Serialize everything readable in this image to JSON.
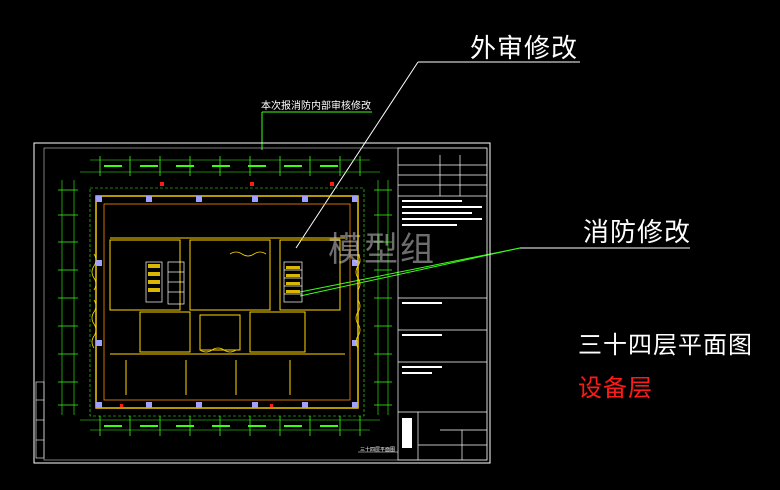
{
  "annotations": {
    "external_review": "外审修改",
    "internal_fire_review": "本次报消防内部审核修改",
    "fire_modification": "消防修改"
  },
  "titles": {
    "floor_plan": "三十四层平面图",
    "equipment_floor": "设备层"
  },
  "watermark": "模型组",
  "plan_caption": "三十四层平面图",
  "colors": {
    "background": "#000000",
    "frame": "#ffffff",
    "grid": "#39ff14",
    "walls": "#ffd700",
    "columns": "#a0a0ff",
    "dims": "#00ff66",
    "highlight": "#ff1a1a"
  }
}
